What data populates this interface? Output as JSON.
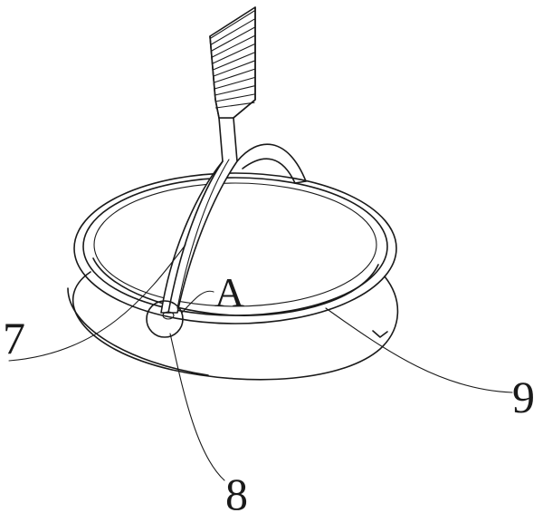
{
  "labels": {
    "part_7": "7",
    "part_8": "8",
    "part_9": "9",
    "detail_A": "A"
  }
}
